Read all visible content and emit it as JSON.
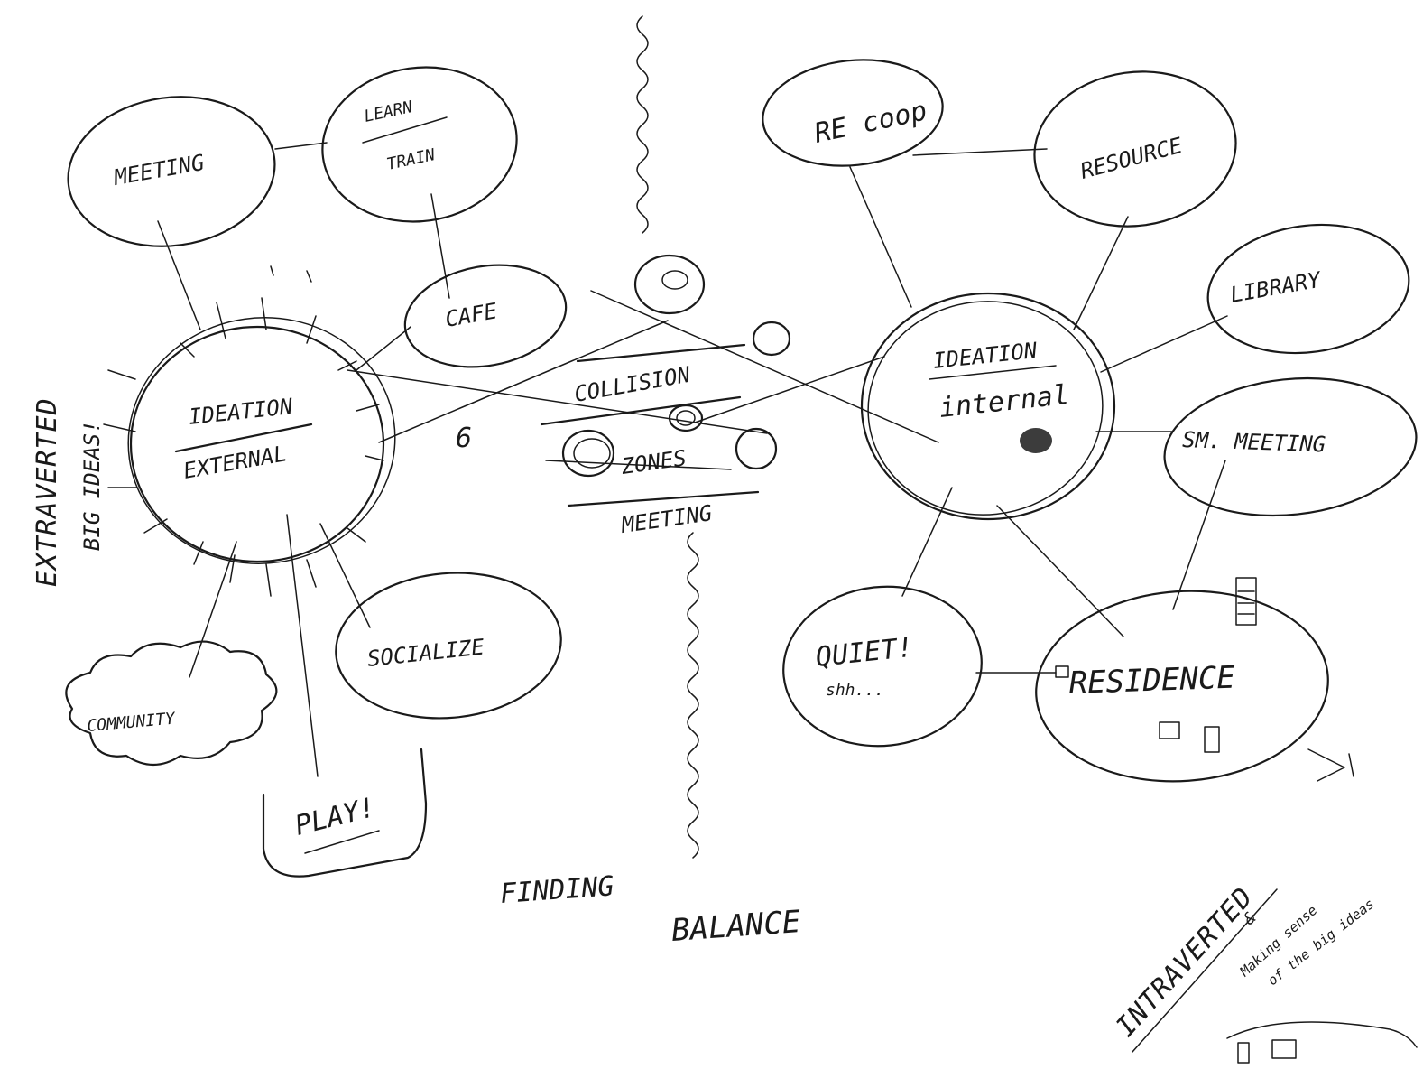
{
  "left_hub": {
    "line1": "IDEATION",
    "line2": "EXTERNAL"
  },
  "left_side": {
    "title": "EXTRAVERTED",
    "subtitle": "BIG IDEAS!"
  },
  "left_nodes": {
    "meeting": "MEETING",
    "learn": "LEARN",
    "train": "TRAIN",
    "cafe": "CAFE",
    "community": "COMMUNITY",
    "socialize": "SOCIALIZE",
    "play": "PLAY!"
  },
  "center": {
    "collision": "COLLISION",
    "zones": "ZONES",
    "meeting": "MEETING",
    "numeral": "6"
  },
  "caption": {
    "finding": "FINDING",
    "balance": "BALANCE"
  },
  "right_hub": {
    "line1": "IDEATION",
    "line2": "internal"
  },
  "right_nodes": {
    "recoop": "RE coop",
    "resource": "RESOURCE",
    "library": "LIBRARY",
    "sm_meeting": "SM. MEETING",
    "quiet": "QUIET!",
    "shh": "shh...",
    "residence": "RESIDENCE"
  },
  "right_side": {
    "title": "INTRAVERTED",
    "amp": "&",
    "line1": "Making sense",
    "line2": "of the big ideas"
  }
}
